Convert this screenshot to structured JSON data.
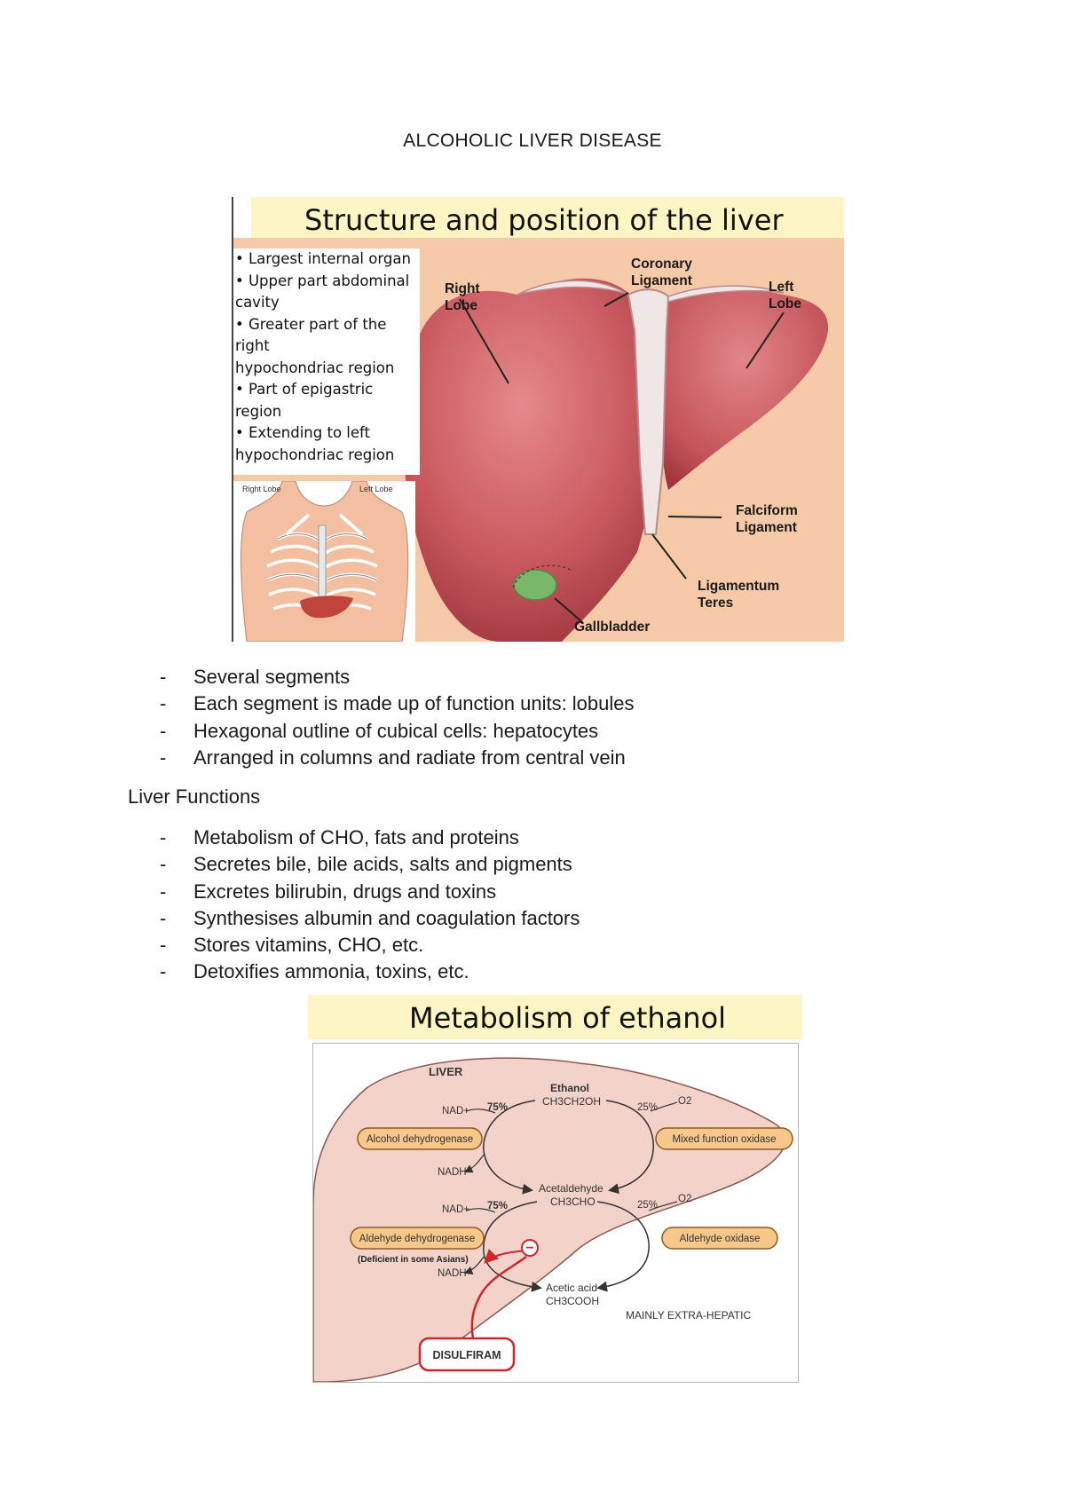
{
  "document": {
    "title": "ALCOHOLIC LIVER DISEASE"
  },
  "slide1": {
    "title": "Structure and position of the liver",
    "bullet_lines": [
      "• Largest internal organ",
      "• Upper part abdominal",
      "cavity",
      "• Greater part of the",
      "right",
      "hypochondriac region",
      "• Part of epigastric",
      "region",
      "• Extending to left",
      "hypochondriac region"
    ],
    "body_labels": {
      "right": "Right Lobe",
      "left": "Left Lobe"
    },
    "labels": {
      "right_lobe": [
        "Right",
        "Lobe"
      ],
      "coronary": [
        "Coronary",
        "Ligament"
      ],
      "left_lobe": [
        "Left",
        "Lobe"
      ],
      "falciform": [
        "Falciform",
        "Ligament"
      ],
      "teres": [
        "Ligamentum",
        "Teres"
      ],
      "gallbladder": "Gallbladder"
    },
    "colors": {
      "background": "#f6c9a8",
      "title_bar": "#fdf6c4",
      "liver": "#c85a5f",
      "gallbladder": "#79b86a"
    }
  },
  "segments": [
    "Several segments",
    "Each segment is made up of function units: lobules",
    "Hexagonal outline of cubical cells: hepatocytes",
    "Arranged in columns and radiate from central vein"
  ],
  "functions": {
    "heading": "Liver Functions",
    "items": [
      "Metabolism of CHO, fats and proteins",
      "Secretes bile, bile acids, salts and pigments",
      "Excretes bilirubin, drugs and toxins",
      "Synthesises albumin and coagulation factors",
      "Stores vitamins, CHO, etc.",
      "Detoxifies ammonia, toxins, etc."
    ]
  },
  "slide2": {
    "title": "Metabolism of ethanol",
    "liver_label": "LIVER",
    "ethanol": {
      "name": "Ethanol",
      "formula": "CH3CH2OH"
    },
    "acetaldehyde": {
      "name": "Acetaldehyde",
      "formula": "CH3CHO"
    },
    "acetic_acid": {
      "name": "Acetic acid",
      "formula": "CH3COOH"
    },
    "cofactors": {
      "nad": "NAD+",
      "nadh": "NADH",
      "o2": "O2"
    },
    "percents": {
      "major": "75%",
      "minor": "25%"
    },
    "enzymes": {
      "adh": "Alcohol dehydrogenase",
      "mfo": "Mixed function oxidase",
      "aldh": "Aldehyde dehydrogenase",
      "aldh_note": "(Deficient in some Asians)",
      "ao": "Aldehyde oxidase"
    },
    "extra_hepatic": "MAINLY EXTRA-HEPATIC",
    "drug": "DISULFIRAM",
    "inhibit_symbol": "−",
    "colors": {
      "liver_fill": "#f3d3c9",
      "enzyme_fill": "#f7c88a",
      "inhibitor": "#d0252b"
    }
  }
}
